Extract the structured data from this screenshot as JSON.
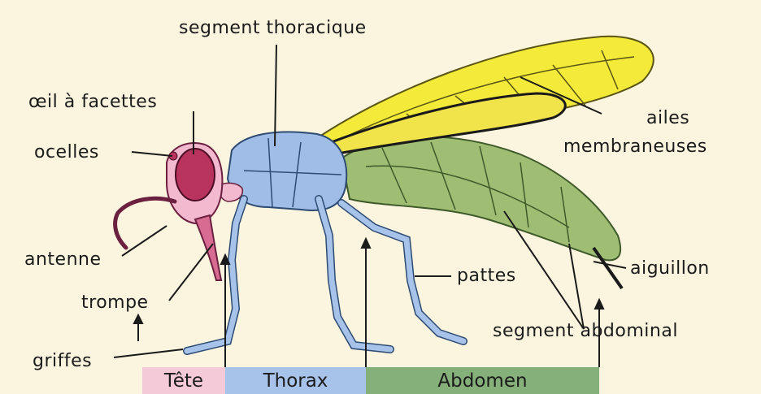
{
  "labels": {
    "segment_thoracique": "segment thoracique",
    "oeil": "œil à facettes",
    "ocelles": "ocelles",
    "antenne": "antenne",
    "trompe": "trompe",
    "griffes": "griffes",
    "ailes_1": "ailes",
    "ailes_2": "membraneuses",
    "pattes": "pattes",
    "aiguillon": "aiguillon",
    "segment_abdominal": "segment abdominal"
  },
  "segments": {
    "tete": "Tête",
    "thorax": "Thorax",
    "abdomen": "Abdomen"
  },
  "colors": {
    "background": "#fbf4df",
    "head": "#f2b9cf",
    "eye": "#b8335d",
    "thorax": "#9fbde6",
    "abdomen": "#9fbe74",
    "wing": "#f3ea3a",
    "segment_tete": "#f4c9d8",
    "segment_thorax": "#a7c3ea",
    "segment_abdomen": "#86b07a"
  }
}
